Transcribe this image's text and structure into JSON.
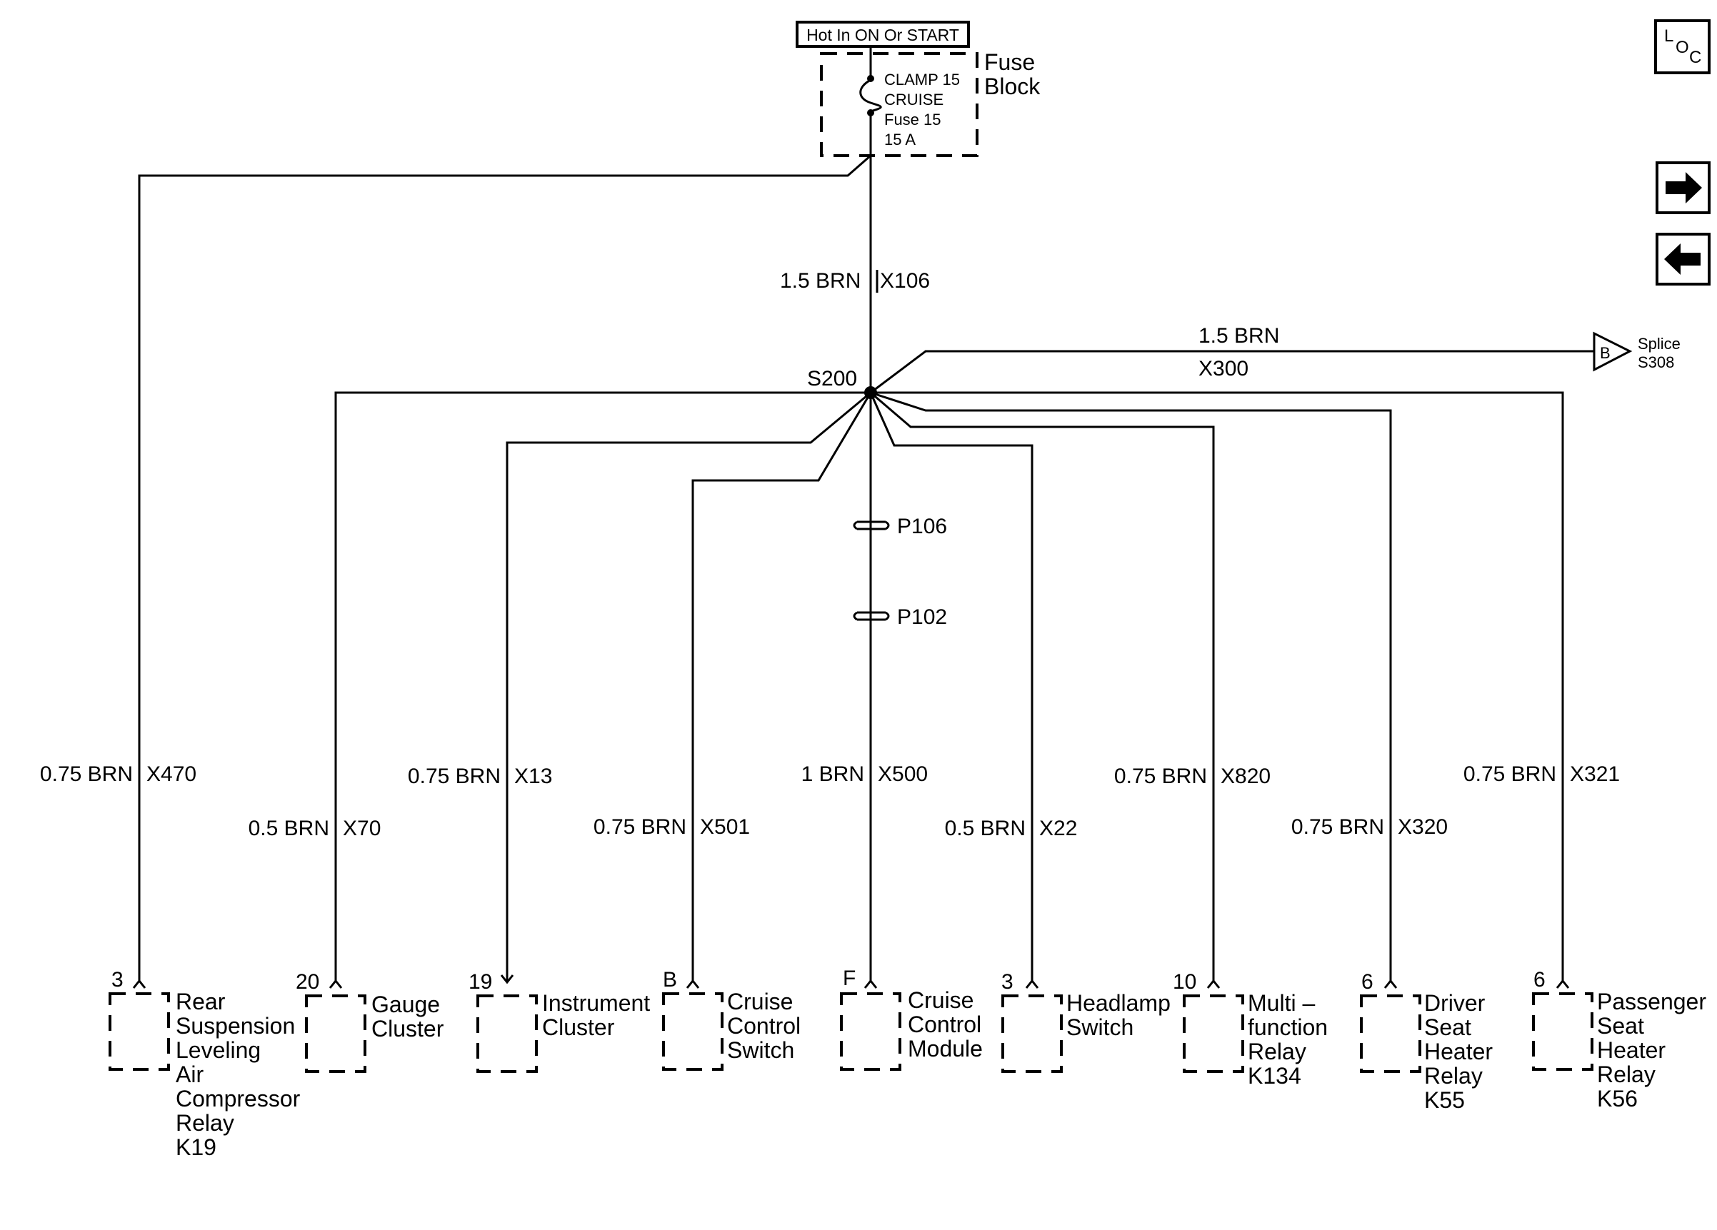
{
  "header": {
    "hot_label": "Hot In ON Or START",
    "fuse_block_lines": [
      "Fuse",
      "Block"
    ],
    "fuse_lines": [
      "CLAMP 15",
      "CRUISE",
      "Fuse 15",
      "15 A"
    ]
  },
  "feed_wire": {
    "size_color": "1.5  BRN",
    "circuit": "X106"
  },
  "splice": {
    "name": "S200"
  },
  "branch_right": {
    "size_color": "1.5 BRN",
    "circuit": "X300",
    "connector_letter": "B",
    "target_lines": [
      "Splice",
      "S308"
    ]
  },
  "inline_connectors": [
    {
      "name": "P106"
    },
    {
      "name": "P102"
    }
  ],
  "loads": [
    {
      "size_color": "0.75  BRN",
      "circuit": "X470",
      "pin": "3",
      "name_lines": [
        "Rear",
        "Suspension",
        "Leveling",
        "Air",
        "Compressor",
        "Relay",
        "K19"
      ]
    },
    {
      "size_color": "0.5  BRN",
      "circuit": "X70",
      "pin": "20",
      "name_lines": [
        "Gauge",
        "Cluster"
      ]
    },
    {
      "size_color": "0.75  BRN",
      "circuit": "X13",
      "pin": "19",
      "name_lines": [
        "Instrument",
        "Cluster"
      ]
    },
    {
      "size_color": "0.75  BRN",
      "circuit": "X501",
      "pin": "B",
      "name_lines": [
        "Cruise",
        "Control",
        "Switch"
      ]
    },
    {
      "size_color": "1 BRN",
      "circuit": "X500",
      "pin": "F",
      "name_lines": [
        "Cruise",
        "Control",
        "Module"
      ]
    },
    {
      "size_color": "0.5  BRN",
      "circuit": "X22",
      "pin": "3",
      "name_lines": [
        "Headlamp",
        "Switch"
      ]
    },
    {
      "size_color": "0.75  BRN",
      "circuit": "X820",
      "pin": "10",
      "name_lines": [
        "Multi –",
        "function",
        "Relay",
        "K134"
      ]
    },
    {
      "size_color": "0.75  BRN",
      "circuit": "X320",
      "pin": "6",
      "name_lines": [
        "Driver",
        "Seat",
        "Heater",
        "Relay",
        "K55"
      ]
    },
    {
      "size_color": "0.75  BRN",
      "circuit": "X321",
      "pin": "6",
      "name_lines": [
        "Passenger",
        "Seat",
        "Heater",
        "Relay",
        "K56"
      ]
    }
  ],
  "side_icons": {
    "loc_letters": [
      "L",
      "O",
      "C"
    ],
    "next_icon": "arrow-right-icon",
    "prev_icon": "arrow-left-icon"
  }
}
